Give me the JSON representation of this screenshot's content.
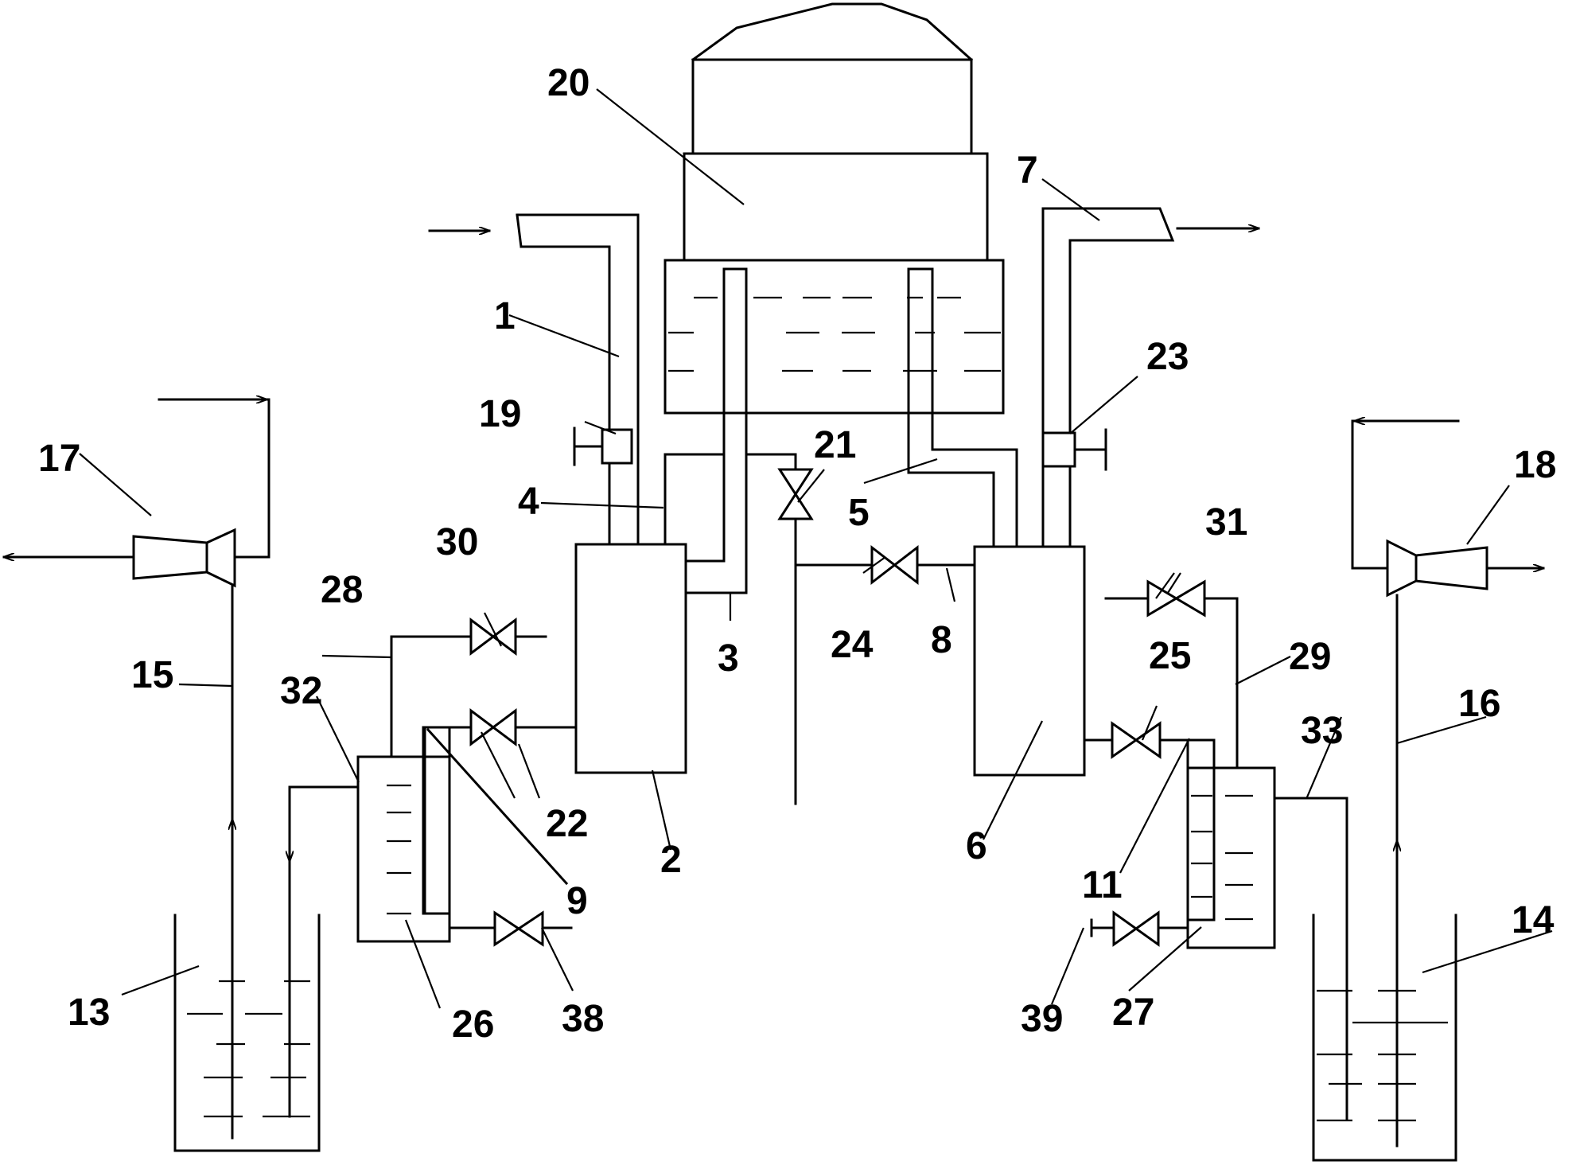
{
  "labels": {
    "l1": "1",
    "l2": "2",
    "l3": "3",
    "l4": "4",
    "l5": "5",
    "l6": "6",
    "l7": "7",
    "l8": "8",
    "l9": "9",
    "l11": "11",
    "l13": "13",
    "l14": "14",
    "l15": "15",
    "l16": "16",
    "l17": "17",
    "l18": "18",
    "l19": "19",
    "l20": "20",
    "l21": "21",
    "l22": "22",
    "l23": "23",
    "l24": "24",
    "l25": "25",
    "l26": "26",
    "l27": "27",
    "l28": "28",
    "l29": "29",
    "l30": "30",
    "l31": "31",
    "l32": "32",
    "l33": "33",
    "l38": "38",
    "l39": "39"
  }
}
